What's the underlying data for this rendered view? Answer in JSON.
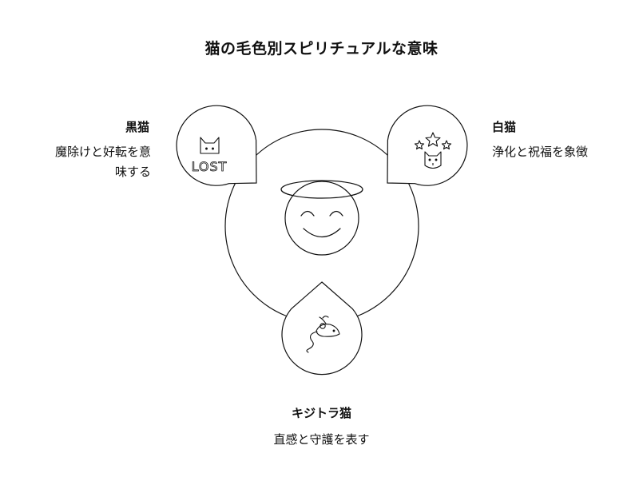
{
  "title": "猫の毛色別スピリチュアルな意味",
  "nodes": {
    "black": {
      "title": "黒猫",
      "desc_line1": "魔除けと好転を意",
      "desc_line2": "味する",
      "icon": "lost-cat-icon",
      "icon_text": "LOST"
    },
    "white": {
      "title": "白猫",
      "desc": "浄化と祝福を象徴",
      "icon": "star-cat-icon"
    },
    "tabby": {
      "title": "キジトラ猫",
      "desc": "直感と守護を表す",
      "icon": "mouse-icon"
    }
  },
  "center_icon": "halo-smiley-icon",
  "colors": {
    "stroke": "#111111",
    "background": "#ffffff"
  }
}
